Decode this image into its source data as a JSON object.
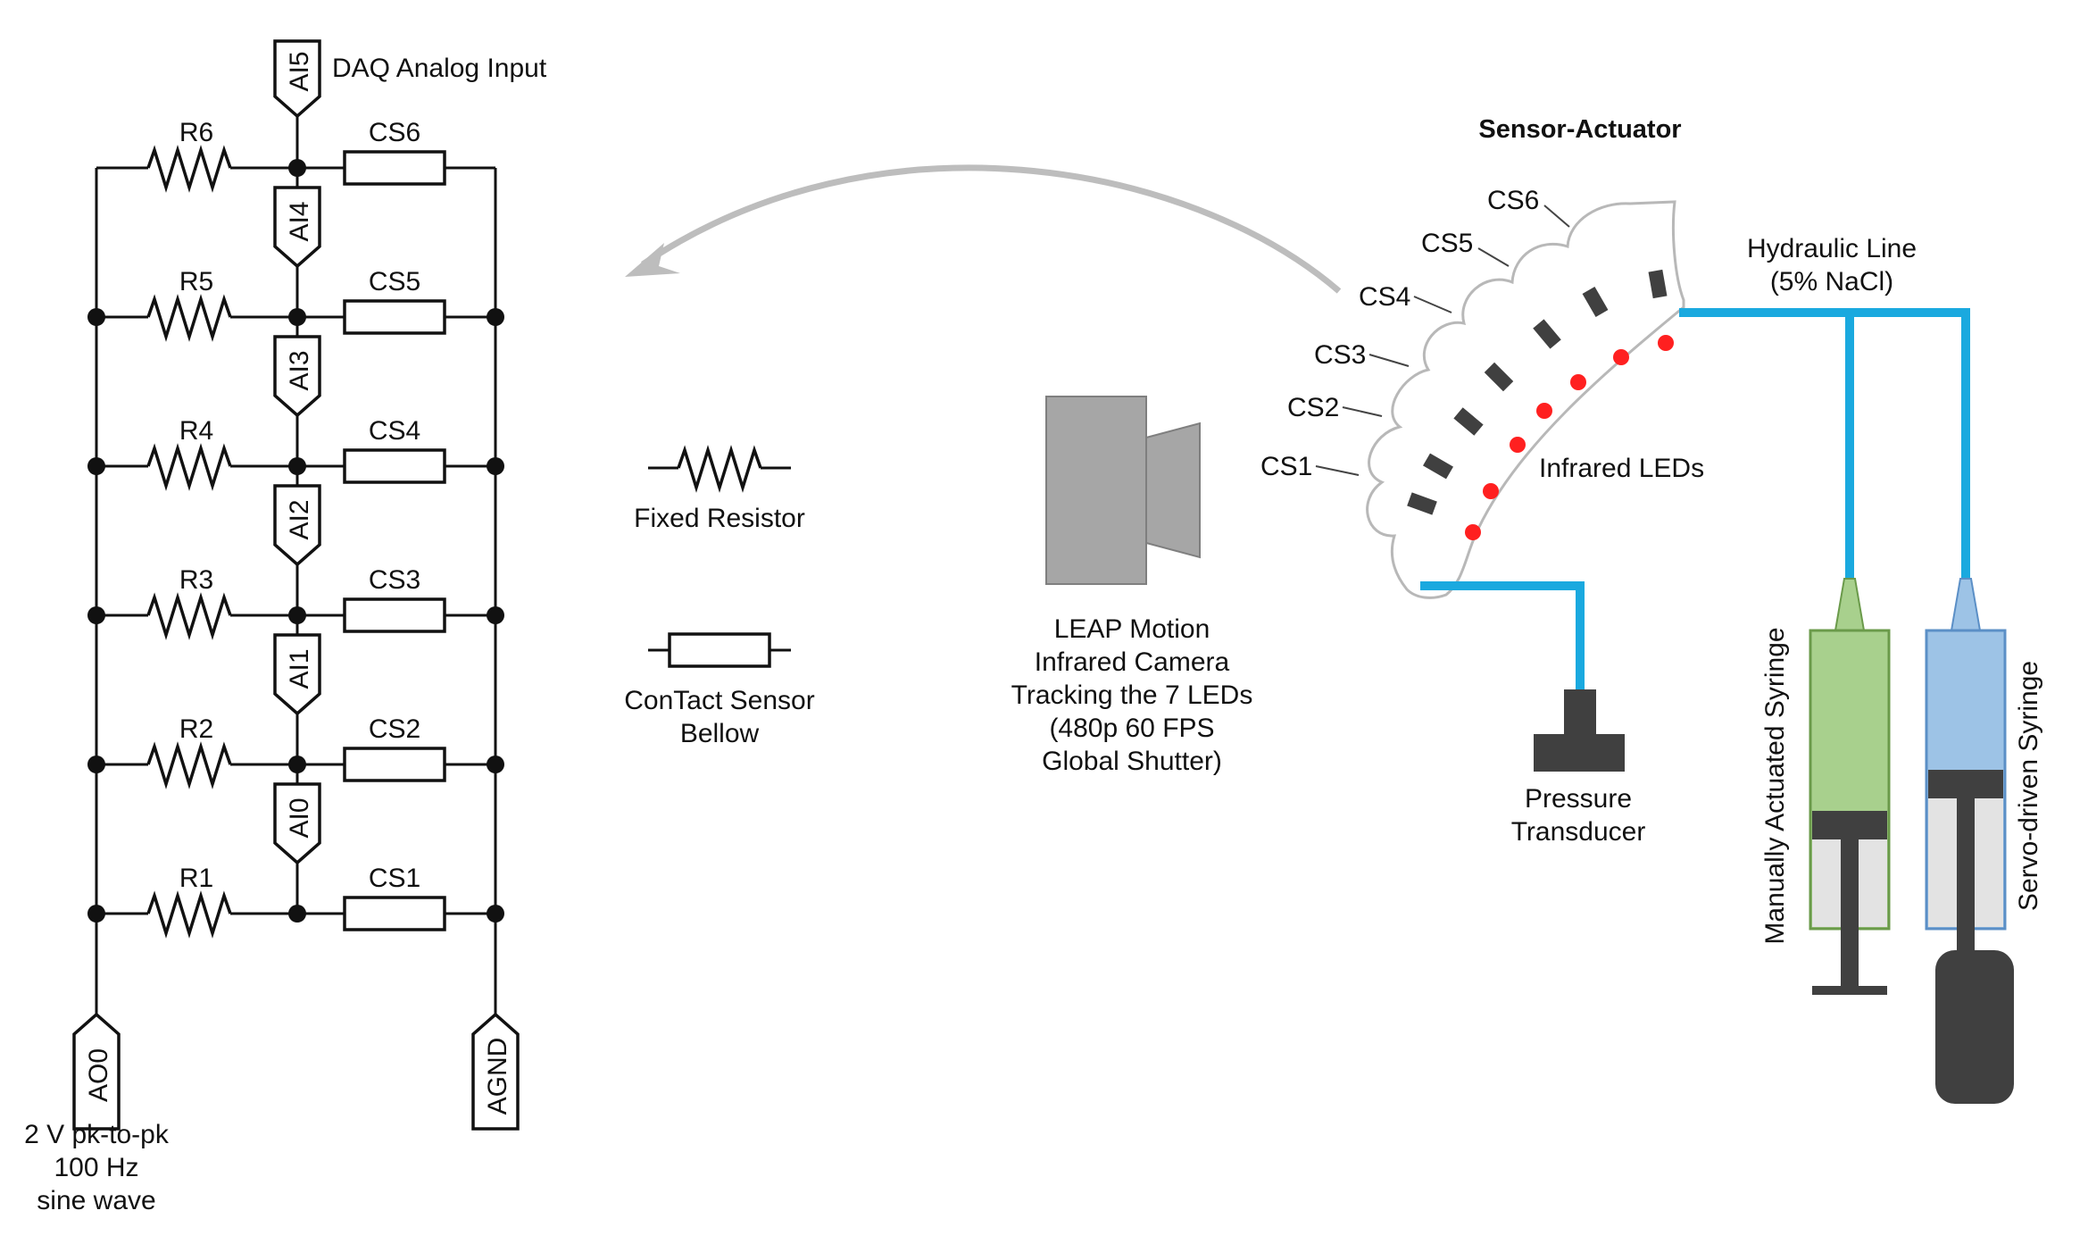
{
  "circuit": {
    "daq_label": "DAQ Analog Input",
    "top_pin": "AI5",
    "rungs": [
      {
        "resistor": "R6",
        "sensor": "CS6",
        "pin_below": "AI4"
      },
      {
        "resistor": "R5",
        "sensor": "CS5",
        "pin_below": "AI3"
      },
      {
        "resistor": "R4",
        "sensor": "CS4",
        "pin_below": "AI2"
      },
      {
        "resistor": "R3",
        "sensor": "CS3",
        "pin_below": "AI1"
      },
      {
        "resistor": "R2",
        "sensor": "CS2",
        "pin_below": "AI0"
      },
      {
        "resistor": "R1",
        "sensor": "CS1",
        "pin_below": ""
      }
    ],
    "ao_pin": "AO0",
    "gnd_pin": "AGND",
    "source_lines": [
      "2 V pk-to-pk",
      "100 Hz",
      "sine wave"
    ]
  },
  "legend": {
    "fixed_resistor": "Fixed Resistor",
    "sensor_lines": [
      "ConTact Sensor",
      "Bellow"
    ]
  },
  "camera": {
    "lines": [
      "LEAP Motion",
      "Infrared Camera",
      "Tracking the 7 LEDs",
      "(480p 60 FPS",
      "Global Shutter)"
    ]
  },
  "actuator": {
    "title": "Sensor-Actuator",
    "segments": [
      "CS1",
      "CS2",
      "CS3",
      "CS4",
      "CS5",
      "CS6"
    ],
    "leds_label": "Infrared LEDs",
    "hydraulic_lines": [
      "Hydraulic Line",
      "(5% NaCl)"
    ],
    "transducer_lines": [
      "Pressure",
      "Transducer"
    ],
    "manual_syringe": "Manually Actuated Syringe",
    "servo_syringe": "Servo-driven Syringe"
  },
  "colors": {
    "hydraulic": "#1aa9df",
    "led": "#ff2020",
    "manual_syringe": "#a8d08d",
    "servo_syringe": "#9dc3e6",
    "camera": "#a6a6a6"
  }
}
